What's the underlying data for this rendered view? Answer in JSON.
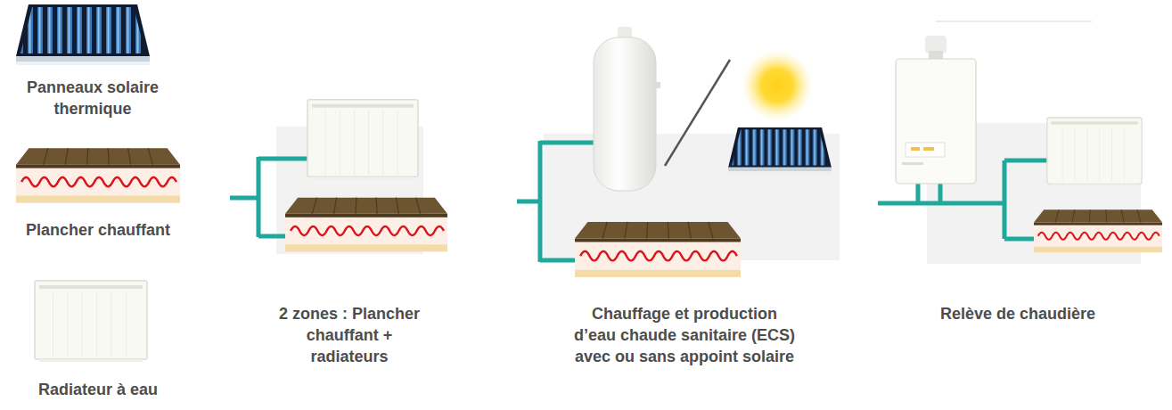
{
  "diagram": {
    "labels": [
      "2 zones : Plancher chauffant + radiateurs",
      "Chauffage et production d’eau chaude sanitaire (ECS) avec ou sans appoint solaire",
      "Relève de chaudière"
    ],
    "legend": [
      {
        "text": "Panneaux solaire thermique"
      },
      {
        "text": "Plancher chauffant"
      },
      {
        "text": "Radiateur à eau"
      }
    ]
  }
}
